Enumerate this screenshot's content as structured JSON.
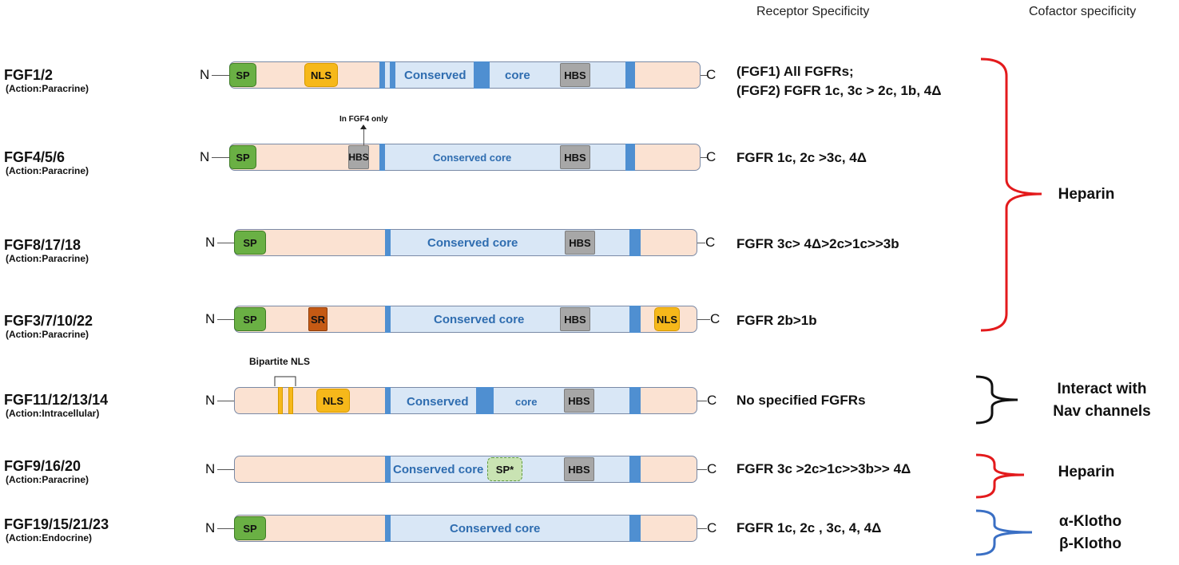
{
  "headers": {
    "receptor": "Receptor Specificity",
    "cofactor": "Cofactor specificity"
  },
  "terminals": {
    "n": "N",
    "c": "C"
  },
  "rows": [
    {
      "name": "FGF1/2",
      "action": "(Action:Paracrine)",
      "receptor_line1": "(FGF1)  All FGFRs;",
      "receptor_line2": "(FGF2) FGFR 1c, 3c > 2c, 1b, 4Δ",
      "labels": {
        "sp": "SP",
        "nls": "NLS",
        "core_a": "Conserved",
        "core_b": "core",
        "hbs": "HBS"
      }
    },
    {
      "name": "FGF4/5/6",
      "action": "(Action:Paracrine)",
      "receptor_line1": "FGFR 1c, 2c >3c, 4Δ",
      "note": "In FGF4 only",
      "labels": {
        "sp": "SP",
        "hbs_extra": "HBS",
        "core": "Conserved core",
        "hbs": "HBS"
      }
    },
    {
      "name": "FGF8/17/18",
      "action": "(Action:Paracrine)",
      "receptor_line1": "FGFR 3c> 4Δ>2c>1c>>3b",
      "labels": {
        "sp": "SP",
        "core": "Conserved core",
        "hbs": "HBS"
      }
    },
    {
      "name": "FGF3/7/10/22",
      "action": "(Action:Paracrine)",
      "receptor_line1": "FGFR 2b>1b",
      "labels": {
        "sp": "SP",
        "sr": "SR",
        "core": "Conserved core",
        "hbs": "HBS",
        "nls": "NLS"
      }
    },
    {
      "name": "FGF11/12/13/14",
      "action": "(Action:Intracellular)",
      "receptor_line1": "No specified FGFRs",
      "note": "Bipartite NLS",
      "labels": {
        "nls": "NLS",
        "core_a": "Conserved",
        "core_b": "core",
        "hbs": "HBS"
      }
    },
    {
      "name": "FGF9/16/20",
      "action": "(Action:Paracrine)",
      "receptor_line1": "FGFR 3c >2c>1c>>3b>> 4Δ",
      "labels": {
        "core": "Conserved core",
        "spstar": "SP*",
        "hbs": "HBS"
      }
    },
    {
      "name": "FGF19/15/21/23",
      "action": "(Action:Endocrine)",
      "receptor_line1": "FGFR 1c, 2c , 3c, 4, 4Δ",
      "labels": {
        "sp": "SP",
        "core": "Conserved core"
      }
    }
  ],
  "cofactors": [
    {
      "line1": "Heparin",
      "color": "#e31a1c"
    },
    {
      "line1": "Interact with",
      "line2": "Nav channels",
      "color": "#111111"
    },
    {
      "line1": "Heparin",
      "color": "#e31a1c"
    },
    {
      "line1": "α-Klotho",
      "line2": "β-Klotho",
      "color": "#3a6fc4"
    }
  ],
  "colors": {
    "sp": "#6ab044",
    "nls": "#f6b81a",
    "hbs": "#a7a7a7",
    "sr": "#c55a14",
    "core": "#d9e7f6",
    "stripe": "#4f8fd1",
    "protein": "#fbe2d2",
    "core_text": "#2f6db0"
  }
}
